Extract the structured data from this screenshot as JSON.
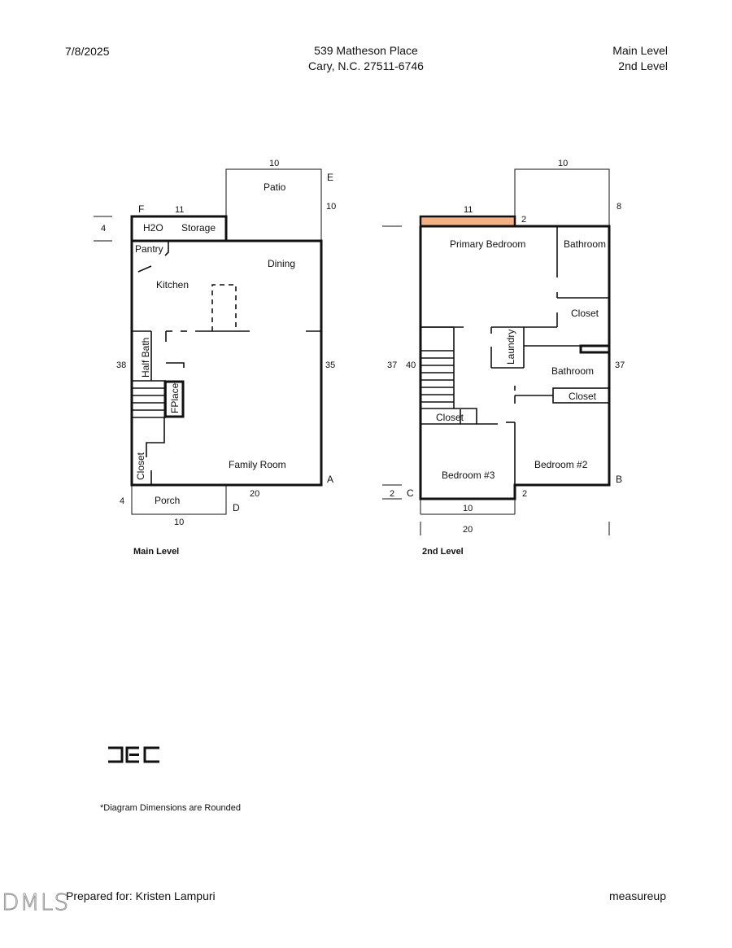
{
  "header": {
    "date": "7/8/2025",
    "address_line1": "539 Matheson Place",
    "address_line2": "Cary, N.C. 27511-6746",
    "levels_line1": "Main Level",
    "levels_line2": "2nd Level"
  },
  "main_level": {
    "caption": "Main Level",
    "rooms": {
      "patio": "Patio",
      "h2o": "H2O",
      "storage": "Storage",
      "pantry": "Pantry",
      "dining": "Dining",
      "kitchen": "Kitchen",
      "half_bath": "Half Bath",
      "fplace": "FPlace",
      "closet": "Closet",
      "family_room": "Family Room",
      "porch": "Porch"
    },
    "corners": {
      "a": "A",
      "d": "D",
      "e": "E",
      "f": "F"
    },
    "dims": {
      "patio_top": "10",
      "patio_right": "10",
      "storage_top": "11",
      "storage_left": "4",
      "left": "38",
      "right": "35",
      "bottom": "20",
      "porch_left": "4",
      "porch_bottom": "10"
    }
  },
  "second_level": {
    "caption": "2nd Level",
    "rooms": {
      "primary_bedroom": "Primary Bedroom",
      "bathroom_top": "Bathroom",
      "closet_top": "Closet",
      "laundry": "Laundry",
      "bathroom_mid": "Bathroom",
      "closet_mid": "Closet",
      "closet_left": "Closet",
      "bedroom3": "Bedroom #3",
      "bedroom2": "Bedroom #2"
    },
    "corners": {
      "b": "B",
      "c": "C"
    },
    "dims": {
      "top_right_width": "10",
      "top_right_height": "8",
      "top_left_width": "11",
      "top_step": "2",
      "left_outer": "37",
      "left_inner": "40",
      "right": "37",
      "bottom_left_step": "2",
      "bottom_right_step": "2",
      "bottom_inner": "10",
      "bottom_total": "20"
    },
    "highlight_color": "#f4b183"
  },
  "logo": {
    "icon": "dec-logo-icon"
  },
  "footer": {
    "note": "*Diagram Dimensions are Rounded",
    "prepared_for": "Prepared for: Kristen Lampuri",
    "brand": "measureup",
    "watermark": "DMLS"
  }
}
